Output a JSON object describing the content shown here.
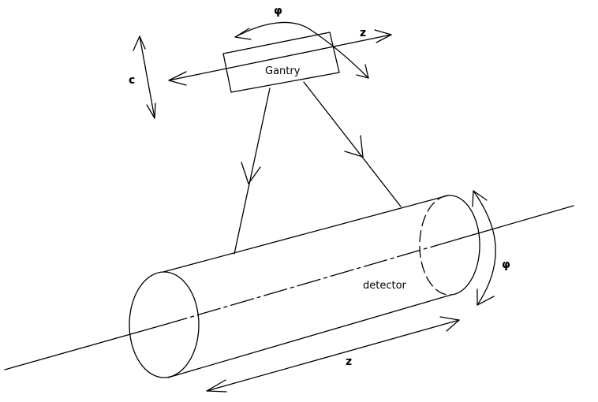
{
  "labels": {
    "gantry": "Gantry",
    "gantry_phi": "φ",
    "gantry_z": "z",
    "gantry_c": "c",
    "detector": "detector",
    "detector_phi": "φ",
    "detector_z": "z"
  }
}
